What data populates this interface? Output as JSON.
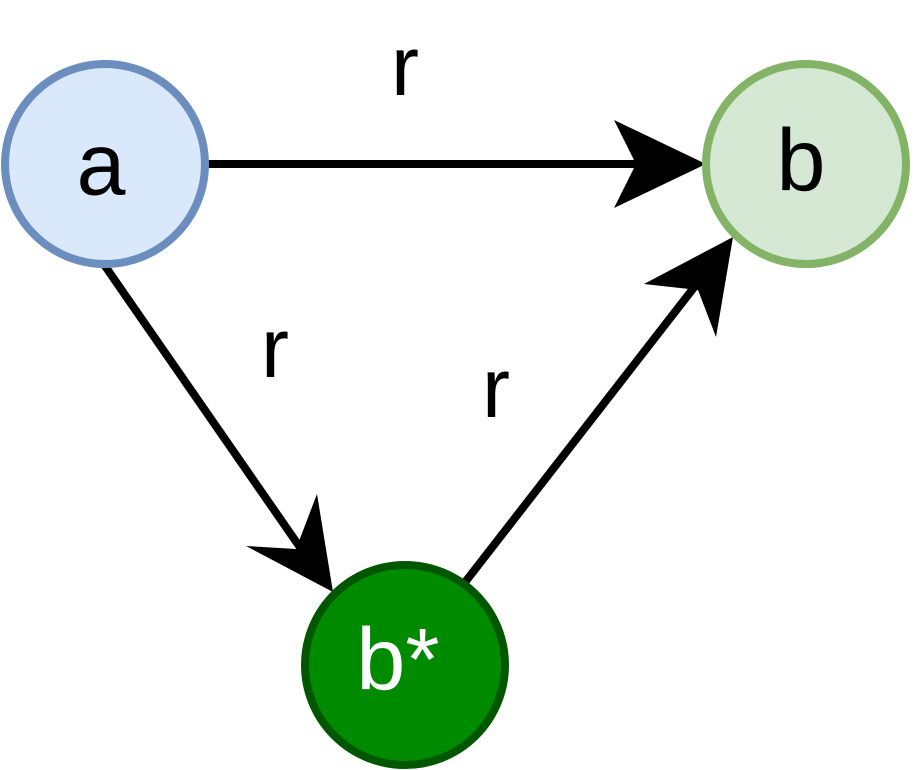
{
  "nodes": {
    "a": {
      "label": "a",
      "fill": "#dae8fc",
      "stroke": "#6c8ebf",
      "text_color": "#000000"
    },
    "b": {
      "label": "b",
      "fill": "#d5e8d4",
      "stroke": "#82b366",
      "text_color": "#000000"
    },
    "b_star": {
      "label": "b*",
      "fill": "#008a00",
      "stroke": "#005700",
      "text_color": "#ffffff"
    }
  },
  "edges": {
    "a_to_b": {
      "from": "a",
      "to": "b",
      "label": "r"
    },
    "a_to_b_star": {
      "from": "a",
      "to": "b*",
      "label": "r"
    },
    "b_star_to_b": {
      "from": "b*",
      "to": "b",
      "label": "r"
    }
  },
  "edge_color": "#000000"
}
